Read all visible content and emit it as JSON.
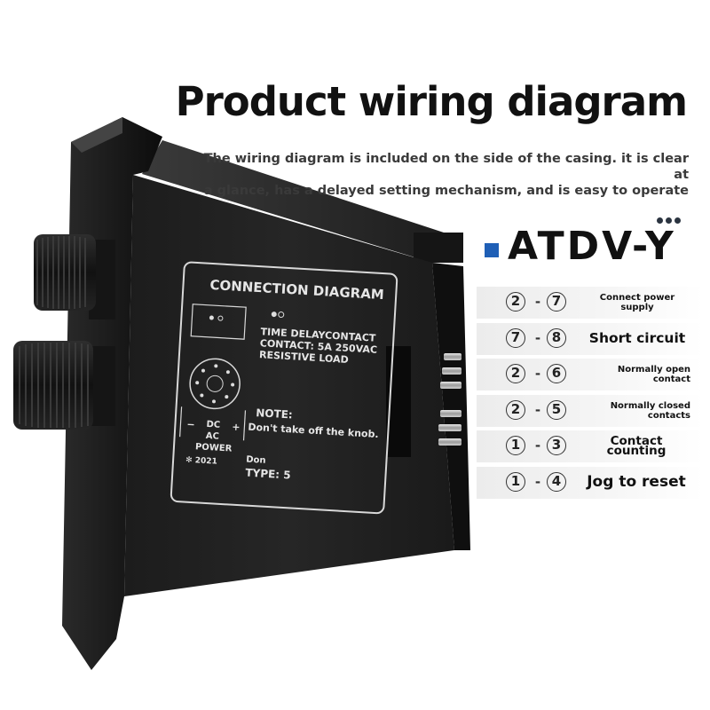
{
  "header": {
    "title": "Product wiring diagram",
    "subtitle_line1": "The wiring diagram is included on the side of the casing. it is clear at",
    "subtitle_line2": "a glance, has a delayed setting mechanism, and is easy to operate"
  },
  "model": {
    "name": "ATDV-Y",
    "accent_color": "#1f5fb6"
  },
  "device_label": {
    "heading": "CONNECTION DIAGRAM",
    "contact_line1": "TIME DELAYCONTACT",
    "contact_line2": "CONTACT: 5A 250VAC",
    "contact_line3": "RESISTIVE LOAD",
    "note_title": "NOTE:",
    "note_text": "Don't take off the knob.",
    "dc": "DC",
    "ac": "AC",
    "power": "POWER",
    "minus": "−",
    "plus": "+",
    "year": "✻ 2021",
    "don": "Don",
    "type": "TYPE: 5"
  },
  "legend": [
    {
      "pin_a": "2",
      "pin_b": "7",
      "dash": "-",
      "desc": "Connect power supply"
    },
    {
      "pin_a": "7",
      "pin_b": "8",
      "dash": "-",
      "desc": "Short circuit"
    },
    {
      "pin_a": "2",
      "pin_b": "6",
      "dash": "-",
      "desc": "Normally open contact"
    },
    {
      "pin_a": "2",
      "pin_b": "5",
      "dash": "-",
      "desc": "Normally closed contacts"
    },
    {
      "pin_a": "1",
      "pin_b": "3",
      "dash": "-",
      "desc": "Contact counting"
    },
    {
      "pin_a": "1",
      "pin_b": "4",
      "dash": "-",
      "desc": "Jog to reset"
    }
  ]
}
